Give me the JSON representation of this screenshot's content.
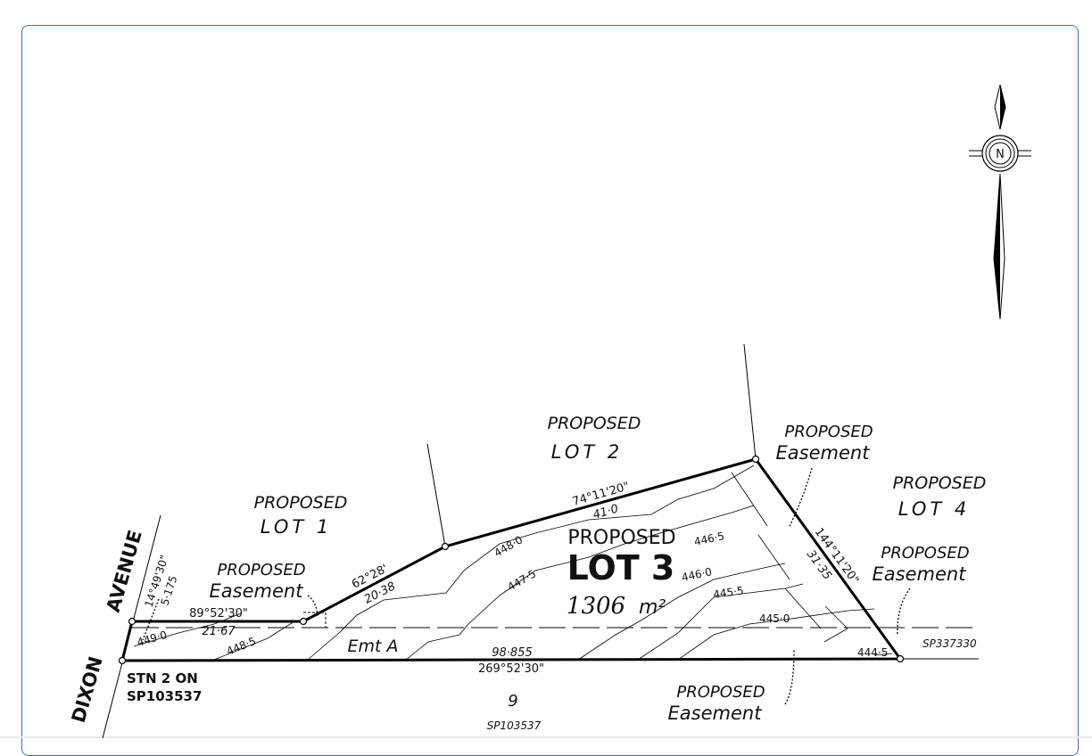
{
  "plan": {
    "street": {
      "line1": "AVENUE",
      "line2": "DIXON"
    },
    "lots": {
      "lot1": {
        "prefix": "PROPOSED",
        "name": "LOT 1"
      },
      "lot2": {
        "prefix": "PROPOSED",
        "name": "LOT 2"
      },
      "lot3": {
        "prefix": "PROPOSED",
        "name": "LOT 3",
        "area_value": "1306",
        "area_unit": "m²"
      },
      "lot4": {
        "prefix": "PROPOSED",
        "name": "LOT 4"
      }
    },
    "easements": [
      {
        "prefix": "PROPOSED",
        "name": "Easement"
      },
      {
        "prefix": "PROPOSED",
        "name": "Easement"
      },
      {
        "prefix": "PROPOSED",
        "name": "Easement"
      },
      {
        "prefix": "PROPOSED",
        "name": "Easement"
      }
    ],
    "emt_label": "Emt A",
    "bearings": {
      "b1": "14°49'30\"",
      "d1": "5·175",
      "b2": "89°52'30\"",
      "d2": "21·67",
      "b3": "62°28'",
      "d3": "20·38",
      "b4": "74°11'20\"",
      "d4": "41·0",
      "b5": "144°11'20\"",
      "d5": "31·35",
      "d6": "98·855",
      "b6": "269°52'30\""
    },
    "contours": [
      "449·0",
      "448·5",
      "448·0",
      "447·5",
      "446·5",
      "446·0",
      "445·5",
      "445·0",
      "444·5"
    ],
    "station": {
      "line1": "STN 2 ON",
      "line2": "SP103537"
    },
    "neighbour": {
      "lot": "9",
      "plan": "SP103537"
    },
    "sp_ref": "SP337330",
    "compass": {
      "north": "N"
    }
  }
}
